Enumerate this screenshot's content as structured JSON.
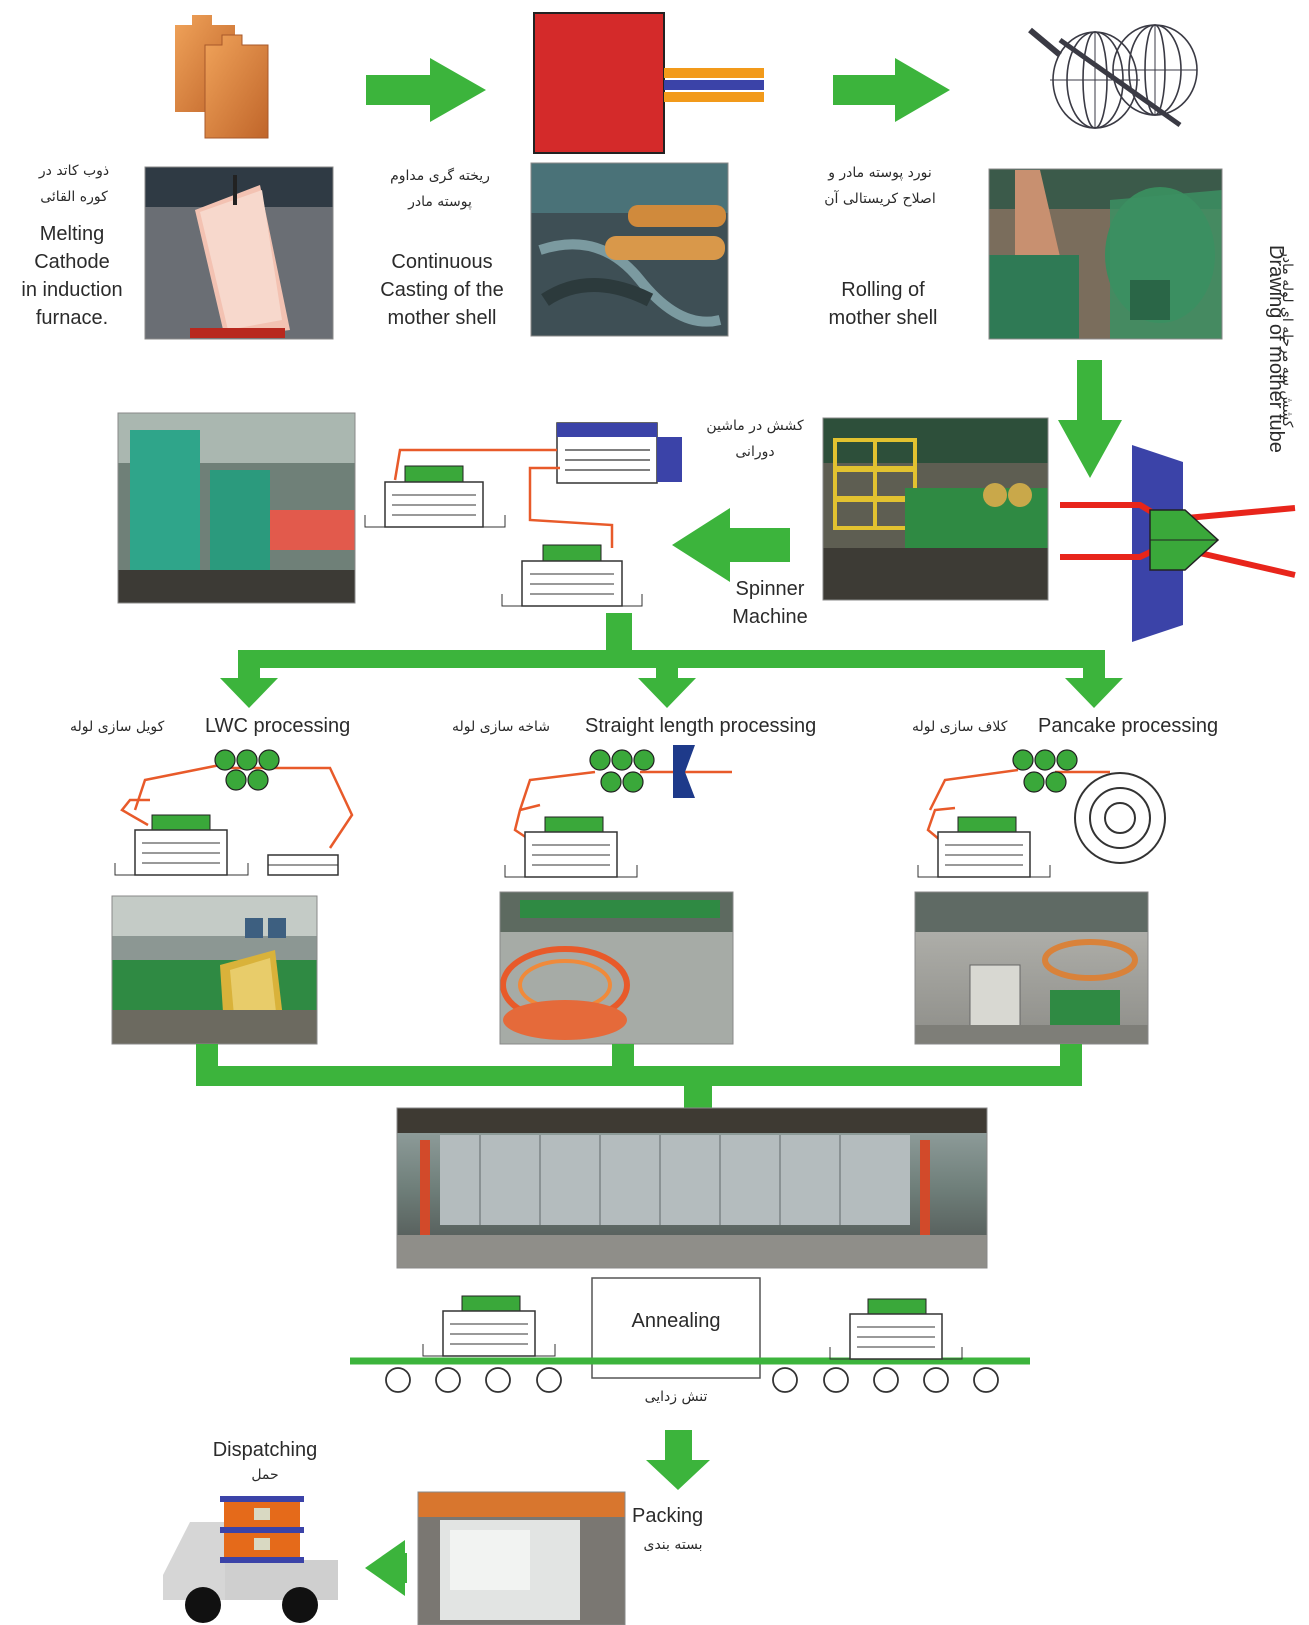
{
  "steps": {
    "melting": {
      "en": [
        "Melting",
        "Cathode",
        "in induction",
        "furnace."
      ],
      "fa": [
        "ذوب کاتد در",
        "کوره القائی"
      ]
    },
    "casting": {
      "en": [
        "Continuous",
        "Casting of the",
        "mother shell"
      ],
      "fa": [
        "ریخته گری مداوم",
        "پوسته مادر"
      ]
    },
    "rolling": {
      "en": [
        "Rolling of",
        "mother shell"
      ],
      "fa": [
        "نورد پوسته مادر و",
        "اصلاح کریستالی آن"
      ]
    },
    "drawing": {
      "en": "Drawing of mother tube",
      "fa": "کشش سه مرحله ای لوله مادر"
    },
    "spinner": {
      "en": [
        "Spinner",
        "Machine"
      ],
      "fa": [
        "کشش در ماشین",
        "دورانی"
      ]
    },
    "lwc": {
      "en": "LWC processing",
      "fa": "کویل سازی لوله"
    },
    "straight": {
      "en": "Straight length processing",
      "fa": "شاخه سازی لوله"
    },
    "pancake": {
      "en": "Pancake processing",
      "fa": "کلاف سازی لوله"
    },
    "annealing": {
      "en": "Annealing",
      "fa": "تنش زدایی"
    },
    "packing": {
      "en": "Packing",
      "fa": "بسته بندی"
    },
    "dispatching": {
      "en": "Dispatching",
      "fa": "حمل"
    }
  },
  "colors": {
    "arrow": "#3cb43c",
    "copper": "#d9823a",
    "furnace": "#d42a2a",
    "die": "#3b43a8",
    "tube": "#e8251b",
    "wire": "#e85a2a",
    "machine_top": "#3aa83a"
  }
}
